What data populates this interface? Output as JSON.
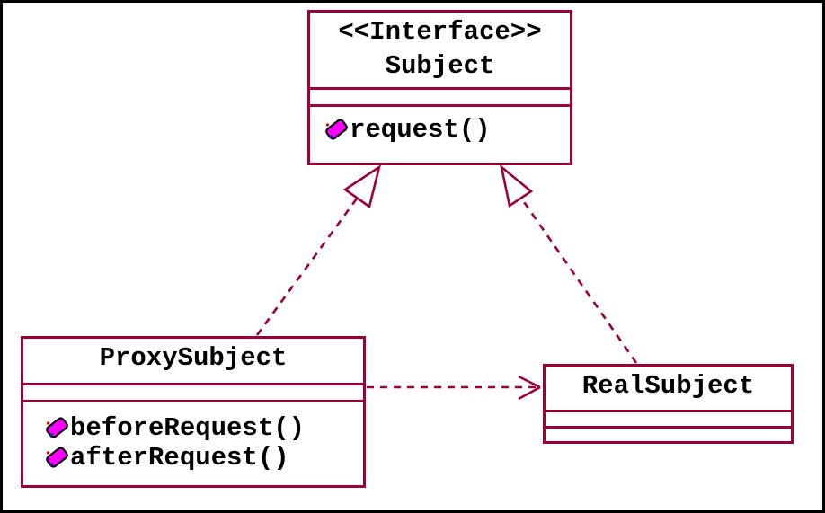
{
  "diagram": {
    "kind": "uml-class-diagram",
    "pattern": "Proxy",
    "colors": {
      "line": "#A00038",
      "text": "#000000",
      "background": "#FFFFFF",
      "frame": "#000000",
      "method_icon_fill": "#FF00FF",
      "method_icon_outline": "#000000",
      "method_icon_accent_red": "#E00000",
      "method_icon_accent_blue": "#2020C0"
    },
    "classes": {
      "subject": {
        "stereotype": "<<Interface>>",
        "name": "Subject",
        "attributes": [],
        "methods": [
          {
            "label": "request()",
            "icon": "method-brick-icon"
          }
        ]
      },
      "proxy_subject": {
        "name": "ProxySubject",
        "attributes": [],
        "methods": [
          {
            "label": "beforeRequest()",
            "icon": "method-brick-icon"
          },
          {
            "label": "afterRequest()",
            "icon": "method-brick-icon"
          }
        ]
      },
      "real_subject": {
        "name": "RealSubject",
        "attributes": [],
        "methods": []
      }
    },
    "relations": [
      {
        "type": "realization",
        "from": "ProxySubject",
        "to": "Subject",
        "line_style": "dashed",
        "arrowhead": "hollow-triangle"
      },
      {
        "type": "realization",
        "from": "RealSubject",
        "to": "Subject",
        "line_style": "dashed",
        "arrowhead": "hollow-triangle"
      },
      {
        "type": "dependency",
        "from": "ProxySubject",
        "to": "RealSubject",
        "line_style": "dashed",
        "arrowhead": "open"
      }
    ]
  }
}
